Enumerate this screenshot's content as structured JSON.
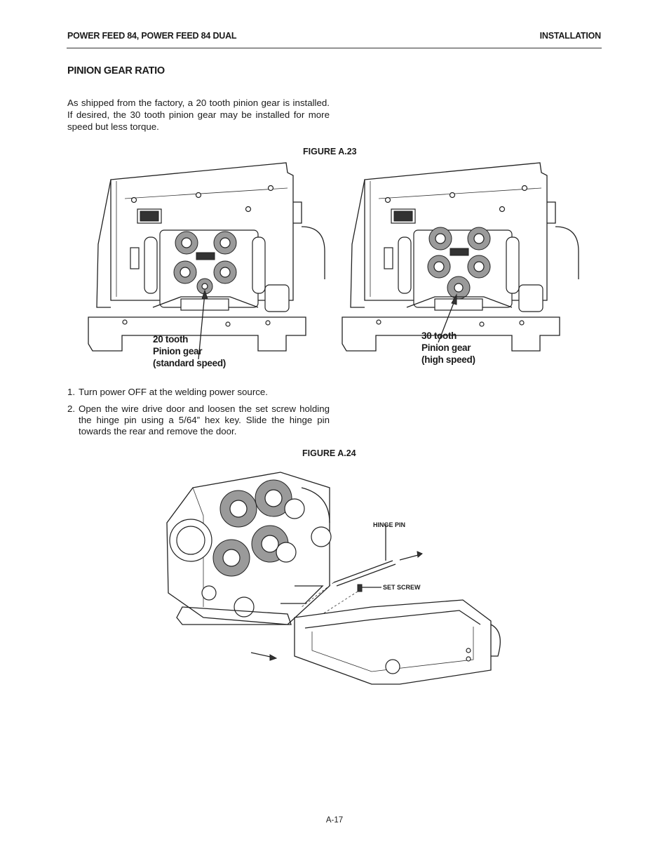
{
  "header": {
    "left": "POWER FEED 84, POWER FEED 84 DUAL",
    "right": "INSTALLATION"
  },
  "section": {
    "title": "PINION GEAR RATIO",
    "intro": "As shipped from the factory, a 20 tooth pinion gear is installed. If desired, the 30 tooth pinion gear may be installed for more speed but less torque."
  },
  "figure_a23": {
    "label": "FIGURE A.23",
    "left_callout": [
      "20 tooth",
      "Pinion gear",
      "(standard speed)"
    ],
    "right_callout": [
      "30 tooth",
      "Pinion gear",
      "(high speed)"
    ]
  },
  "steps": [
    {
      "num": "1.",
      "text": "Turn power OFF at the welding power source."
    },
    {
      "num": "2.",
      "text": "Open the wire drive door and loosen the set screw holding the hinge pin using a 5/64” hex key. Slide the hinge pin towards the rear and remove the door."
    }
  ],
  "figure_a24": {
    "label": "FIGURE A.24",
    "hinge_pin": "HINGE PIN",
    "set_screw": "SET SCREW"
  },
  "footer": {
    "page": "A-17"
  }
}
